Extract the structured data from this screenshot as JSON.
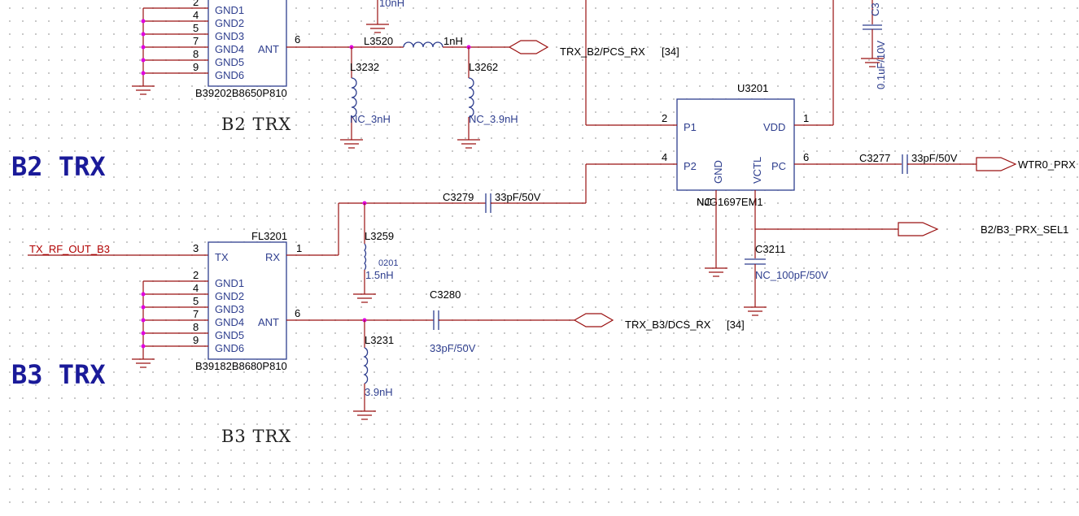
{
  "titles": {
    "b2_big": "B2 TRX",
    "b3_big": "B3 TRX",
    "b2_sub": "B2  TRX",
    "b3_sub": "B3  TRX"
  },
  "filter_b2": {
    "part": "B39202B8650P810",
    "gnd_pins": [
      {
        "num": "2",
        "name": "GND1"
      },
      {
        "num": "4",
        "name": "GND2"
      },
      {
        "num": "5",
        "name": "GND3"
      },
      {
        "num": "7",
        "name": "GND4"
      },
      {
        "num": "8",
        "name": "GND5"
      },
      {
        "num": "9",
        "name": "GND6"
      }
    ],
    "ant_pin": "ANT",
    "ant_num": "6"
  },
  "filter_b3": {
    "ref": "FL3201",
    "part": "B39182B8680P810",
    "tx_pin": "TX",
    "tx_num": "3",
    "rx_pin": "RX",
    "rx_num": "1",
    "gnd_pins": [
      {
        "num": "2",
        "name": "GND1"
      },
      {
        "num": "4",
        "name": "GND2"
      },
      {
        "num": "5",
        "name": "GND3"
      },
      {
        "num": "7",
        "name": "GND4"
      },
      {
        "num": "8",
        "name": "GND5"
      },
      {
        "num": "9",
        "name": "GND6"
      }
    ],
    "ant_pin": "ANT",
    "ant_num": "6"
  },
  "switch": {
    "ref": "U3201",
    "part_overlap": "NJG1697EM1",
    "part_nc": "NC",
    "pins": {
      "p1": {
        "name": "P1",
        "num": "2"
      },
      "p2": {
        "name": "P2",
        "num": "4"
      },
      "vdd": {
        "name": "VDD",
        "num": "1"
      },
      "pc": {
        "name": "PC",
        "num": "6"
      },
      "gnd": {
        "name": "GND"
      },
      "vctl": {
        "name": "VCTL"
      }
    }
  },
  "components": {
    "L3520": {
      "ref": "L3520",
      "value": "1nH"
    },
    "L3232": {
      "ref": "L3232",
      "value": "NC_3nH"
    },
    "L3262": {
      "ref": "L3262",
      "value": "NC_3.9nH"
    },
    "C3279": {
      "ref": "C3279",
      "value": "33pF/50V"
    },
    "L3259": {
      "ref": "L3259",
      "value": "1.5nH",
      "size": "0201"
    },
    "C3280": {
      "ref": "C3280",
      "value": "33pF/50V"
    },
    "L3231": {
      "ref": "L3231",
      "value": "3.9nH"
    },
    "C3277": {
      "ref": "C3277",
      "value": "33pF/50V"
    },
    "C3211": {
      "ref": "C3211",
      "value": "NC_100pF/50V"
    },
    "top_ind_value": "10nH",
    "top_cap_ref": "C3",
    "top_cap_value": "0.1uF/10V"
  },
  "nets": {
    "trx_b2": "TRX_B2/PCS_RX",
    "trx_b2_sheet": "[34]",
    "trx_b3": "TRX_B3/DCS_RX",
    "trx_b3_sheet": "[34]",
    "wtr0_prx": "WTR0_PRX",
    "prx_sel": "B2/B3_PRX_SEL1",
    "tx_rf_out": "TX_RF_OUT_B3"
  }
}
